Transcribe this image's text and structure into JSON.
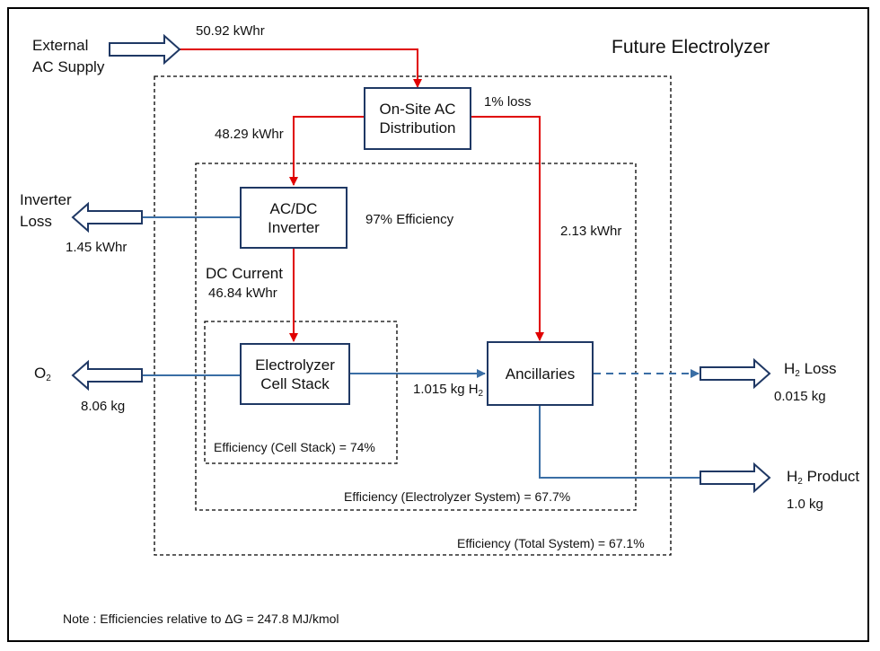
{
  "title": "Future Electrolyzer",
  "boxes": {
    "ac_distribution": [
      "On-Site AC",
      "Distribution"
    ],
    "inverter": [
      "AC/DC",
      "Inverter"
    ],
    "cell_stack": [
      "Electrolyzer",
      "Cell Stack"
    ],
    "ancillaries": "Ancillaries"
  },
  "inputs": {
    "external_ac": [
      "External",
      "AC Supply"
    ],
    "external_ac_energy": "50.92 kWhr"
  },
  "flows": {
    "to_inverter": "48.29 kWhr",
    "distribution_loss": "1% loss",
    "to_ancillaries": "2.13 kWhr",
    "inverter_efficiency": "97% Efficiency",
    "dc_current_label": "DC Current",
    "dc_current": "46.84 kWhr",
    "h2_from_stack_value": "1.015 kg H",
    "h2_from_stack_sub": "2"
  },
  "outputs": {
    "inverter_loss": [
      "Inverter",
      "Loss"
    ],
    "inverter_loss_value": "1.45 kWhr",
    "o2_label": "O",
    "o2_sub": "2",
    "o2_value": "8.06 kg",
    "h2_loss_label_h": "H",
    "h2_loss_label_sub": "2",
    "h2_loss_label_rest": " Loss",
    "h2_loss_value": "0.015 kg",
    "h2_product_label_h": "H",
    "h2_product_label_sub": "2",
    "h2_product_label_rest": " Product",
    "h2_product_value": "1.0 kg"
  },
  "efficiencies": {
    "cell_stack": "Efficiency (Cell Stack) = 74%",
    "electrolyzer_system": "Efficiency (Electrolyzer System) = 67.7%",
    "total_system": "Efficiency (Total System) = 67.1%"
  },
  "note": "Note : Efficiencies relative to  ΔG = 247.8 MJ/kmol",
  "colors": {
    "power_flow": "#e00000",
    "material_flow": "#3a6ea5",
    "box_border": "#1f3864"
  }
}
